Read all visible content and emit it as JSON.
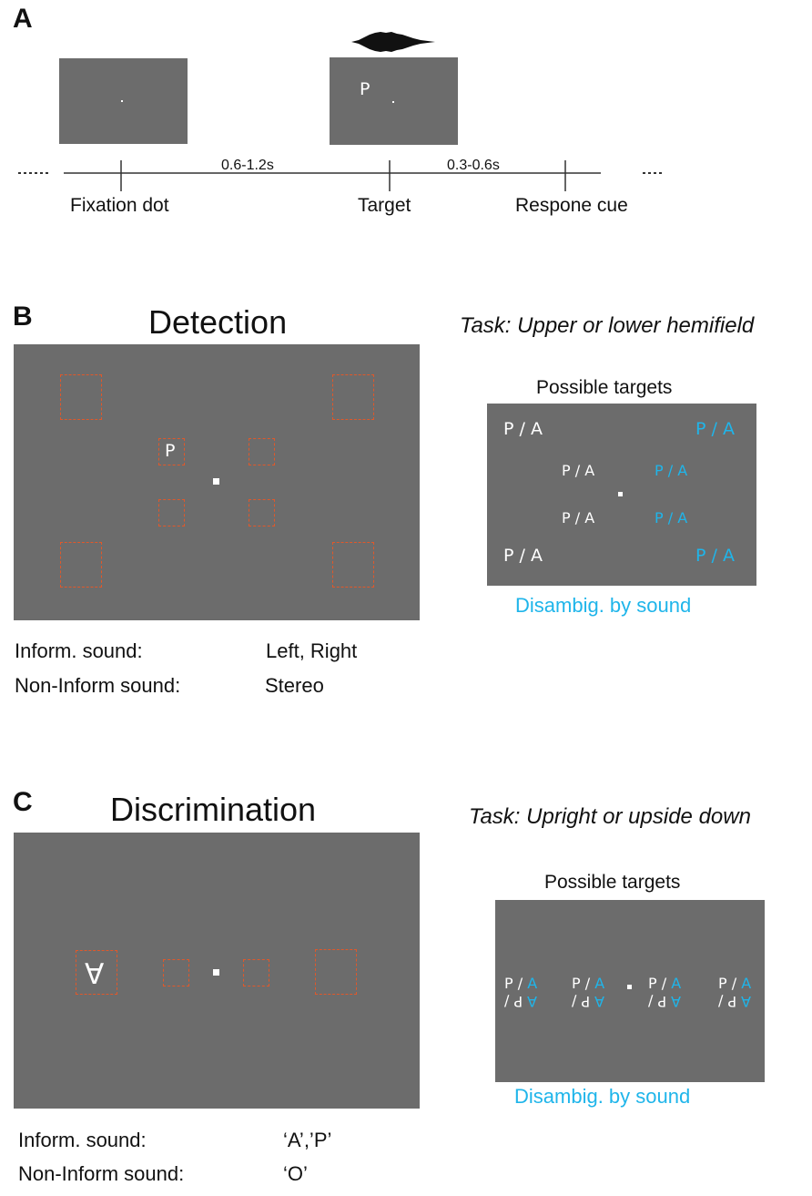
{
  "panel_a": {
    "letter": "A",
    "interval1": "0.6-1.2s",
    "interval2": "0.3-0.6s",
    "events": [
      "Fixation dot",
      "Target",
      "Respone cue"
    ],
    "target_letter": "P"
  },
  "panel_b": {
    "letter": "B",
    "title": "Detection",
    "task": "Task: Upper or lower hemifield",
    "target_letter": "P",
    "possible_title": "Possible targets",
    "pair_white": "P / A",
    "pair_blue": "P / A",
    "disambig": "Disambig. by sound",
    "inform_label": "Inform. sound:",
    "inform_value": "Left, Right",
    "noninform_label": "Non-Inform sound:",
    "noninform_value": "Stereo"
  },
  "panel_c": {
    "letter": "C",
    "title": "Discrimination",
    "task": "Task: Upright or upside down",
    "target_letter": "A",
    "possible_title": "Possible targets",
    "top_white": "P /",
    "top_blue": "A",
    "bottom_white": "P /",
    "bottom_blue": "A",
    "disambig": "Disambig. by sound",
    "inform_label": "Inform. sound:",
    "inform_value": "‘A’,’P’",
    "noninform_label": "Non-Inform sound:",
    "noninform_value": "‘O’"
  },
  "colors": {
    "screen": "#6c6c6c",
    "box": "#e0582a",
    "accent": "#1fb5ea"
  }
}
